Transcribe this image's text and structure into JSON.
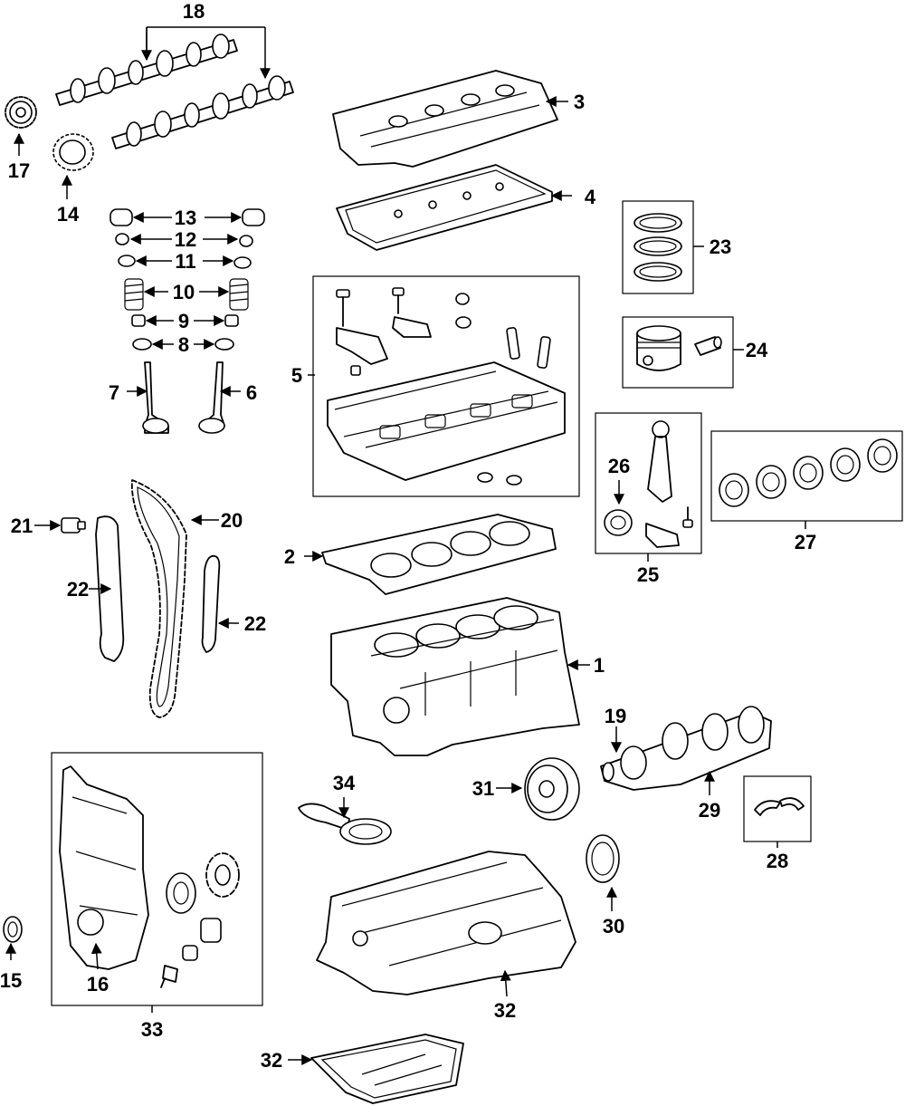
{
  "labels": {
    "p1": "1",
    "p2": "2",
    "p3": "3",
    "p4": "4",
    "p5": "5",
    "p6": "6",
    "p7": "7",
    "p8": "8",
    "p9": "9",
    "p10": "10",
    "p11": "11",
    "p12": "12",
    "p13": "13",
    "p14": "14",
    "p15": "15",
    "p16": "16",
    "p17": "17",
    "p18": "18",
    "p19": "19",
    "p20": "20",
    "p21": "21",
    "p22a": "22",
    "p22b": "22",
    "p23": "23",
    "p24": "24",
    "p25": "25",
    "p26": "26",
    "p27": "27",
    "p28": "28",
    "p29": "29",
    "p30": "30",
    "p31": "31",
    "p32a": "32",
    "p32b": "32",
    "p33": "33",
    "p34": "34"
  }
}
